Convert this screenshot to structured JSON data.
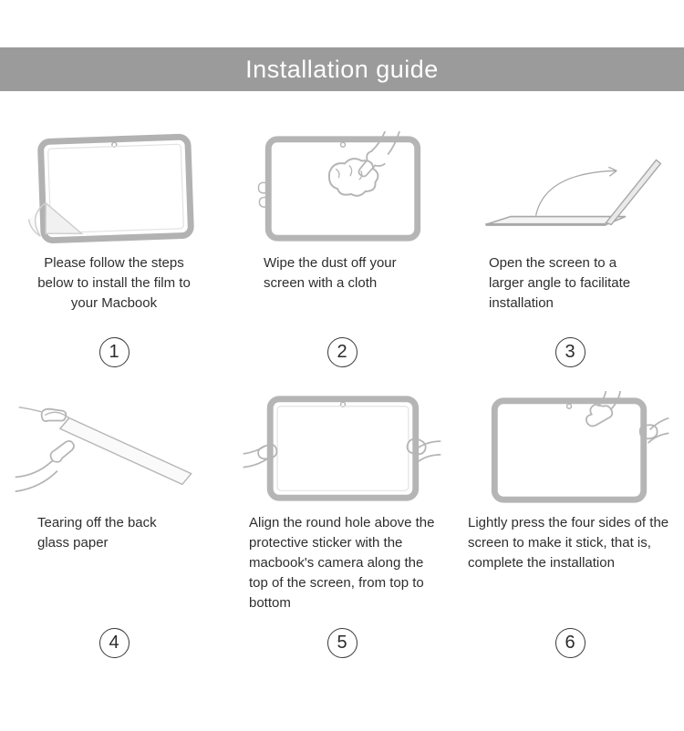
{
  "header": {
    "title": "Installation guide"
  },
  "steps": [
    {
      "number": "1",
      "text": "Please follow the steps below to install the film to your Macbook",
      "illustration": "tablet-peel-corner"
    },
    {
      "number": "2",
      "text": "Wipe the dust off your screen with a cloth",
      "illustration": "wipe-screen-with-cloth"
    },
    {
      "number": "3",
      "text": "Open the screen to a larger angle to facilitate installation",
      "illustration": "laptop-opened-wide"
    },
    {
      "number": "4",
      "text": "Tearing off the back glass paper",
      "illustration": "tear-off-backing-paper"
    },
    {
      "number": "5",
      "text": "Align the round hole above the protective sticker with the macbook's camera along the top of the screen, from top to bottom",
      "illustration": "align-film-with-camera"
    },
    {
      "number": "6",
      "text": "Lightly press the four sides of the screen to make it stick, that is, complete the installation",
      "illustration": "press-four-sides"
    }
  ],
  "colors": {
    "header_bg": "#9b9b9b",
    "header_text": "#ffffff",
    "body_text": "#2e2e2e",
    "line_art": "#b5b5b5"
  }
}
